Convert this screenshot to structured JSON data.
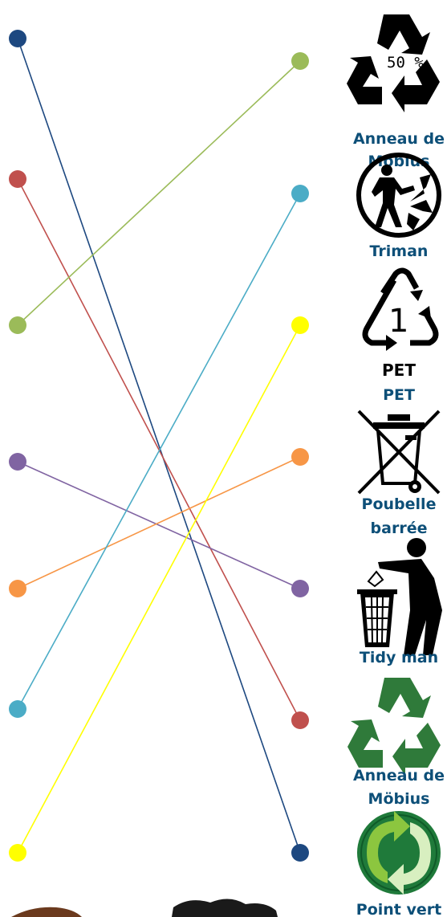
{
  "colors": {
    "dark_blue": "#1d4880",
    "red": "#c0504d",
    "green": "#9bbb59",
    "purple": "#8064a2",
    "orange": "#f79646",
    "cyan": "#4bacc6",
    "yellow": "#ffff00",
    "caption": "#0d4f78",
    "recycle_green": "#2f7a3a",
    "point_vert_dark": "#1f7a3a",
    "point_vert_light": "#8cc63f"
  },
  "links": [
    {
      "from": 0,
      "to": 6,
      "color": "dark_blue"
    },
    {
      "from": 1,
      "to": 5,
      "color": "red"
    },
    {
      "from": 2,
      "to": 0,
      "color": "green"
    },
    {
      "from": 3,
      "to": 4,
      "color": "purple"
    },
    {
      "from": 4,
      "to": 3,
      "color": "orange"
    },
    {
      "from": 5,
      "to": 1,
      "color": "cyan"
    },
    {
      "from": 6,
      "to": 2,
      "color": "yellow"
    }
  ],
  "symbols": {
    "mobius_50": {
      "percent": "50 %",
      "label_line1": "Anneau de",
      "label_line2": "Möbius",
      "icon": "mobius-50-percent-icon"
    },
    "triman": {
      "label": "Triman",
      "icon": "triman-icon"
    },
    "pet": {
      "code": "1",
      "acronym": "PET",
      "label": "PET",
      "icon": "pet-resin-code-icon"
    },
    "crossed_bin": {
      "label_line1": "Poubelle",
      "label_line2": "barrée",
      "icon": "crossed-out-wheelie-bin-icon"
    },
    "tidy_man": {
      "label": "Tidy man",
      "icon": "tidy-man-icon"
    },
    "mobius_green": {
      "label_line1": "Anneau de",
      "label_line2": "Möbius",
      "icon": "mobius-loop-icon"
    },
    "point_vert": {
      "label": "Point vert",
      "icon": "green-dot-icon"
    }
  }
}
